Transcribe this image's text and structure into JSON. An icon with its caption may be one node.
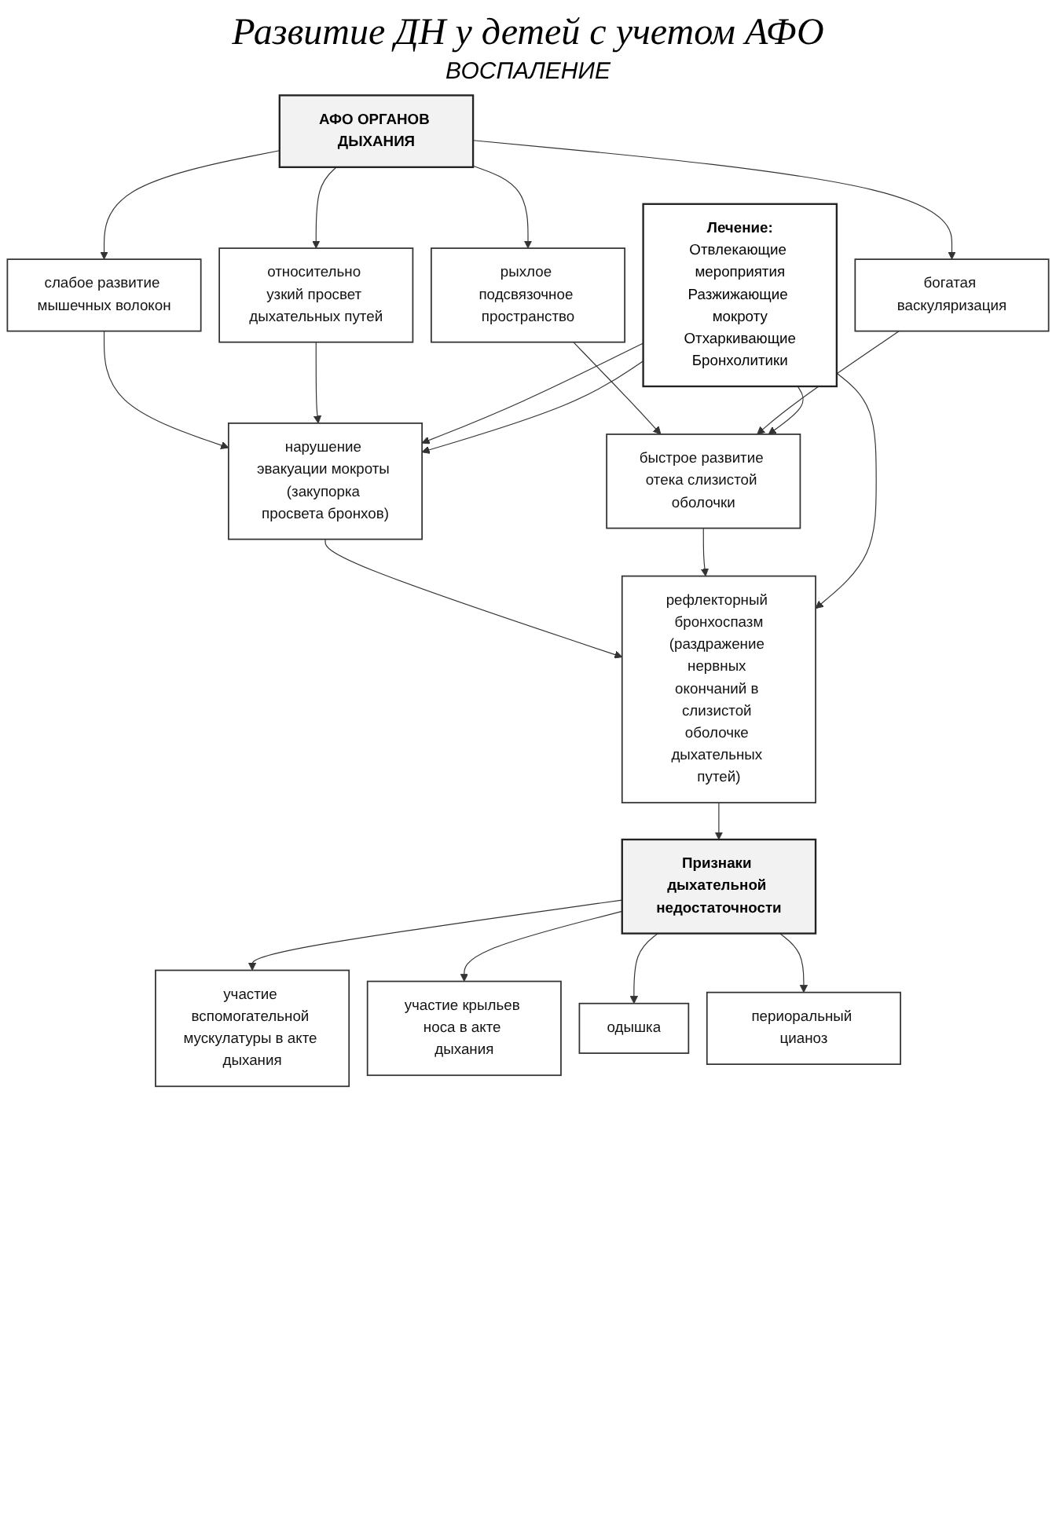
{
  "diagram": {
    "title": "Развитие ДН у детей с учетом АФО",
    "nodes": [
      {
        "text": [
          "АФО ОРГАНОВ ДЫХАНИЯ"
        ]
      },
      {
        "text": [
          "слабое развитие мышечных волокон"
        ]
      },
      {
        "text": [
          "относительно узкий просвет дыхательных путей"
        ]
      },
      {
        "text": [
          "рыхлое подсвязочное пространство"
        ]
      },
      {
        "text": [
          "богатая васкуляризация"
        ]
      },
      {
        "text": [
          "нарушение эвакуации мокроты (закупорка просвета бронхов)"
        ]
      },
      {
        "text": [
          "быстрое развитие отека слизистой оболочки"
        ]
      },
      {
        "text": [
          "Лечение:",
          "Отвлекающие мероприятия",
          "Разжижающие мокроту",
          "Отхаркивающие",
          "Бронхолитики"
        ]
      },
      {
        "text": [
          "рефлекторный бронхоспазм",
          "(раздражение нервных окончаний в слизистой оболочке дыхательных путей)"
        ]
      },
      {
        "text": [
          "Признаки дыхательной недостаточности"
        ]
      },
      {
        "text": [
          "участие вспомогательной мускулатуры в акте дыхания"
        ]
      },
      {
        "text": [
          "участие крыльев носа в акте дыхания"
        ]
      },
      {
        "text": [
          "одышка"
        ]
      },
      {
        "text": [
          "периоральный цианоз"
        ]
      }
    ],
    "edges": [
      {
        "from": 0,
        "to": 1,
        "arrow": "to"
      },
      {
        "from": 0,
        "to": 2,
        "arrow": "to"
      },
      {
        "from": 0,
        "to": 3,
        "arrow": "to"
      },
      {
        "from": 0,
        "to": 4,
        "arrow": "to"
      },
      {
        "from": 1,
        "to": 5,
        "arrow": "to"
      },
      {
        "from": 2,
        "to": 5,
        "arrow": "to"
      },
      {
        "from": 3,
        "to": 6,
        "arrow": "to"
      },
      {
        "from": 4,
        "to": 6,
        "arrow": "to"
      },
      {
        "from": 5,
        "to": 8,
        "arrow": "to"
      },
      {
        "from": 6,
        "to": 8,
        "arrow": "to"
      },
      {
        "from": 7,
        "to": 6,
        "arrow": "to"
      },
      {
        "from": 7,
        "to": 5,
        "arrow": "to"
      },
      {
        "from": 7,
        "to": 5,
        "arrow": "to"
      },
      {
        "from": 7,
        "to": 8,
        "arrow": "to"
      },
      {
        "from": 8,
        "to": 9,
        "arrow": "to"
      },
      {
        "from": 9,
        "to": 10,
        "arrow": "to"
      },
      {
        "from": 9,
        "to": 11,
        "arrow": "to"
      },
      {
        "from": 9,
        "to": 12,
        "arrow": "to"
      },
      {
        "from": 9,
        "to": 13,
        "arrow": "to"
      }
    ],
    "labels": [
      "ВОСПАЛЕНИЕ"
    ]
  }
}
